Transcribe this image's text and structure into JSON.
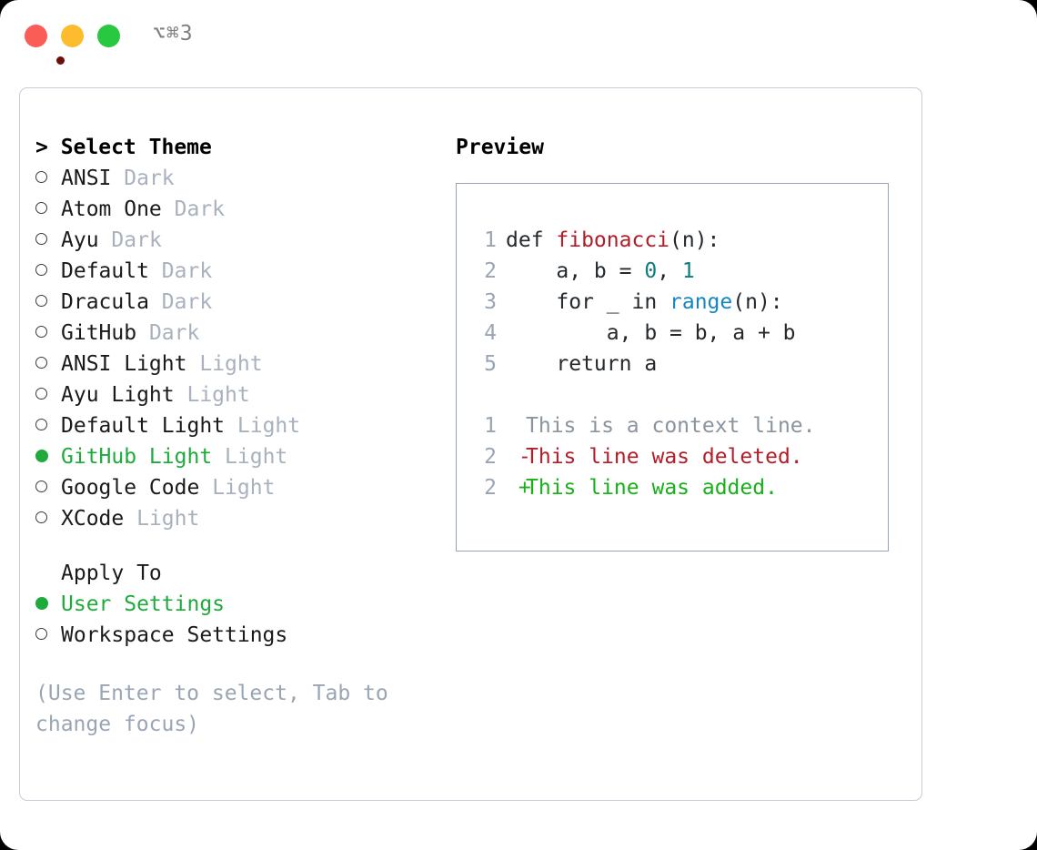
{
  "titlebar": {
    "shortcut": "⌥⌘3",
    "buttons": {
      "close": "close",
      "minimize": "minimize",
      "maximize": "maximize"
    }
  },
  "theme_picker": {
    "header": "> Select Theme",
    "prompt": ">",
    "selected_theme": "GitHub Light",
    "items": [
      {
        "marker": "empty",
        "name": "ANSI",
        "category": "Dark",
        "selected": false
      },
      {
        "marker": "empty",
        "name": "Atom One",
        "category": "Dark",
        "selected": false
      },
      {
        "marker": "empty",
        "name": "Ayu",
        "category": "Dark",
        "selected": false
      },
      {
        "marker": "empty",
        "name": "Default",
        "category": "Dark",
        "selected": false
      },
      {
        "marker": "empty",
        "name": "Dracula",
        "category": "Dark",
        "selected": false
      },
      {
        "marker": "empty",
        "name": "GitHub",
        "category": "Dark",
        "selected": false
      },
      {
        "marker": "empty",
        "name": "ANSI Light",
        "category": "Light",
        "selected": false
      },
      {
        "marker": "empty",
        "name": "Ayu Light",
        "category": "Light",
        "selected": false
      },
      {
        "marker": "empty",
        "name": "Default Light",
        "category": "Light",
        "selected": false
      },
      {
        "marker": "filled",
        "name": "GitHub Light",
        "category": "Light",
        "selected": true
      },
      {
        "marker": "empty",
        "name": "Google Code",
        "category": "Light",
        "selected": false
      },
      {
        "marker": "empty",
        "name": "XCode",
        "category": "Light",
        "selected": false
      }
    ]
  },
  "apply_to": {
    "header": "Apply To",
    "selected": "User Settings",
    "options": [
      {
        "marker": "filled",
        "label": "User Settings",
        "selected": true
      },
      {
        "marker": "empty",
        "label": "Workspace Settings",
        "selected": false
      }
    ]
  },
  "hint": "(Use Enter to select, Tab to change focus)",
  "preview": {
    "title": "Preview",
    "code_lines": [
      {
        "num": "1",
        "tokens": [
          {
            "t": "def ",
            "c": "kw"
          },
          {
            "t": "fibonacci",
            "c": "fn"
          },
          {
            "t": "(n):",
            "c": "plain"
          }
        ]
      },
      {
        "num": "2",
        "tokens": [
          {
            "t": "    a, b = ",
            "c": "plain"
          },
          {
            "t": "0",
            "c": "num"
          },
          {
            "t": ", ",
            "c": "plain"
          },
          {
            "t": "1",
            "c": "num"
          }
        ]
      },
      {
        "num": "3",
        "tokens": [
          {
            "t": "    for _ in ",
            "c": "plain"
          },
          {
            "t": "range",
            "c": "bi"
          },
          {
            "t": "(n):",
            "c": "plain"
          }
        ]
      },
      {
        "num": "4",
        "tokens": [
          {
            "t": "        a, b = b, a + b",
            "c": "plain"
          }
        ]
      },
      {
        "num": "5",
        "tokens": [
          {
            "t": "    return a",
            "c": "plain"
          }
        ]
      }
    ],
    "diff_lines": [
      {
        "num": "1",
        "sign": " ",
        "text": "This is a context line.",
        "kind": "ctx"
      },
      {
        "num": "2",
        "sign": "-",
        "text": "This line was deleted.",
        "kind": "del"
      },
      {
        "num": "2",
        "sign": "+",
        "text": "This line was added.",
        "kind": "add"
      }
    ]
  },
  "colors": {
    "accent_green": "#1faa3c",
    "muted": "#a8b1bd",
    "hint": "#9aa5b4",
    "diff_delete": "#b31d28",
    "diff_add": "#18b018",
    "code_function": "#b31d28",
    "code_number": "#0e7c7b",
    "code_builtin": "#1586c4",
    "border": "#97a3b4",
    "traffic_red": "#fa5d55",
    "traffic_yellow": "#fdbc2e",
    "traffic_green": "#28c840"
  }
}
